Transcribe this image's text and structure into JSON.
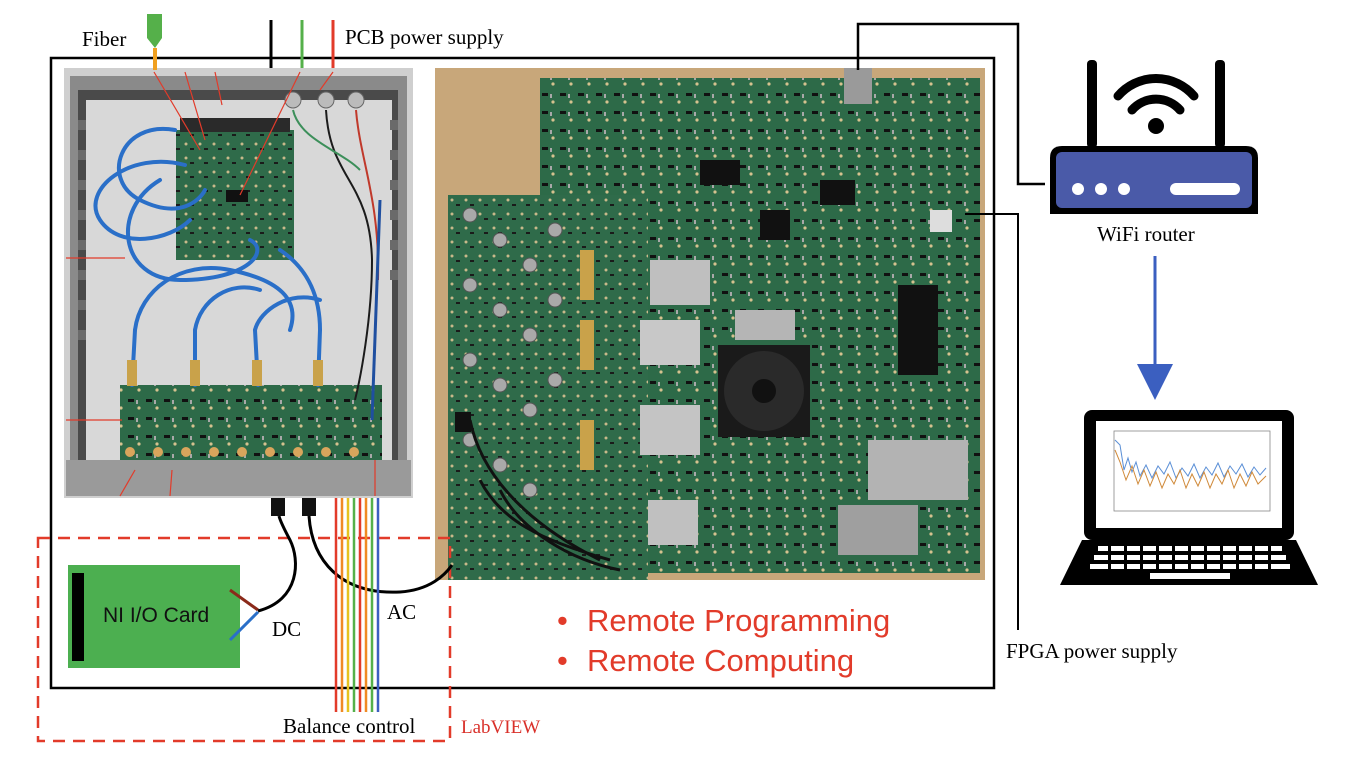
{
  "labels": {
    "fiber": "Fiber",
    "pcb_power": "PCB power supply",
    "wifi_router": "WiFi router",
    "fpga_power": "FPGA power supply",
    "dc": "DC",
    "ac": "AC",
    "balance_control": "Balance control",
    "labview": "LabVIEW",
    "ni_card": "NI I/O Card"
  },
  "bullets": [
    "Remote Programming",
    "Remote Computing"
  ],
  "bullet_glyph": "•",
  "colors": {
    "annotation_red": "#e23b2a",
    "labview_red": "#d9302a",
    "ni_card_green": "#4caf50",
    "router_blue": "#4a5aa8",
    "arrow_blue": "#3b5fc0",
    "pcb_green": "#2f6b4a",
    "cable_blue": "#2a6fc8"
  }
}
